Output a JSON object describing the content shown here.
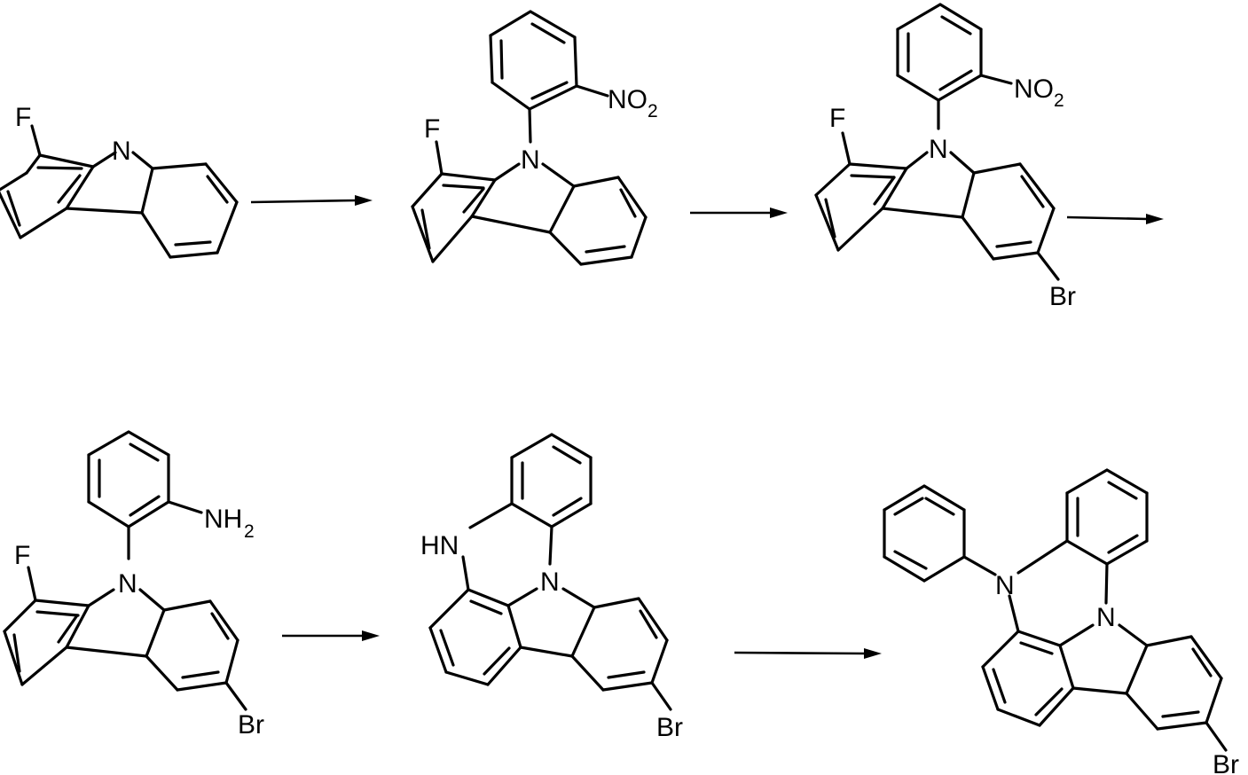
{
  "scheme": {
    "compounds": [
      {
        "id": "c1",
        "labels": {
          "F": "F",
          "N": "N"
        }
      },
      {
        "id": "c2",
        "labels": {
          "F": "F",
          "N": "N",
          "NO": "NO",
          "sub2": "2"
        }
      },
      {
        "id": "c3",
        "labels": {
          "F": "F",
          "N": "N",
          "NO": "NO",
          "sub2": "2",
          "Br": "Br"
        }
      },
      {
        "id": "c4",
        "labels": {
          "F": "F",
          "N": "N",
          "NH": "NH",
          "sub2": "2",
          "Br": "Br"
        }
      },
      {
        "id": "c5",
        "labels": {
          "HN": "HN",
          "N": "N",
          "Br": "Br"
        }
      },
      {
        "id": "c6",
        "labels": {
          "N1": "N",
          "N2": "N",
          "Br": "Br"
        }
      }
    ],
    "arrows": [
      {
        "from": "c1",
        "to": "c2"
      },
      {
        "from": "c2",
        "to": "c3"
      },
      {
        "from": "c3",
        "to": "c4"
      },
      {
        "from": "c4",
        "to": "c5"
      },
      {
        "from": "c5",
        "to": "c6"
      }
    ]
  }
}
